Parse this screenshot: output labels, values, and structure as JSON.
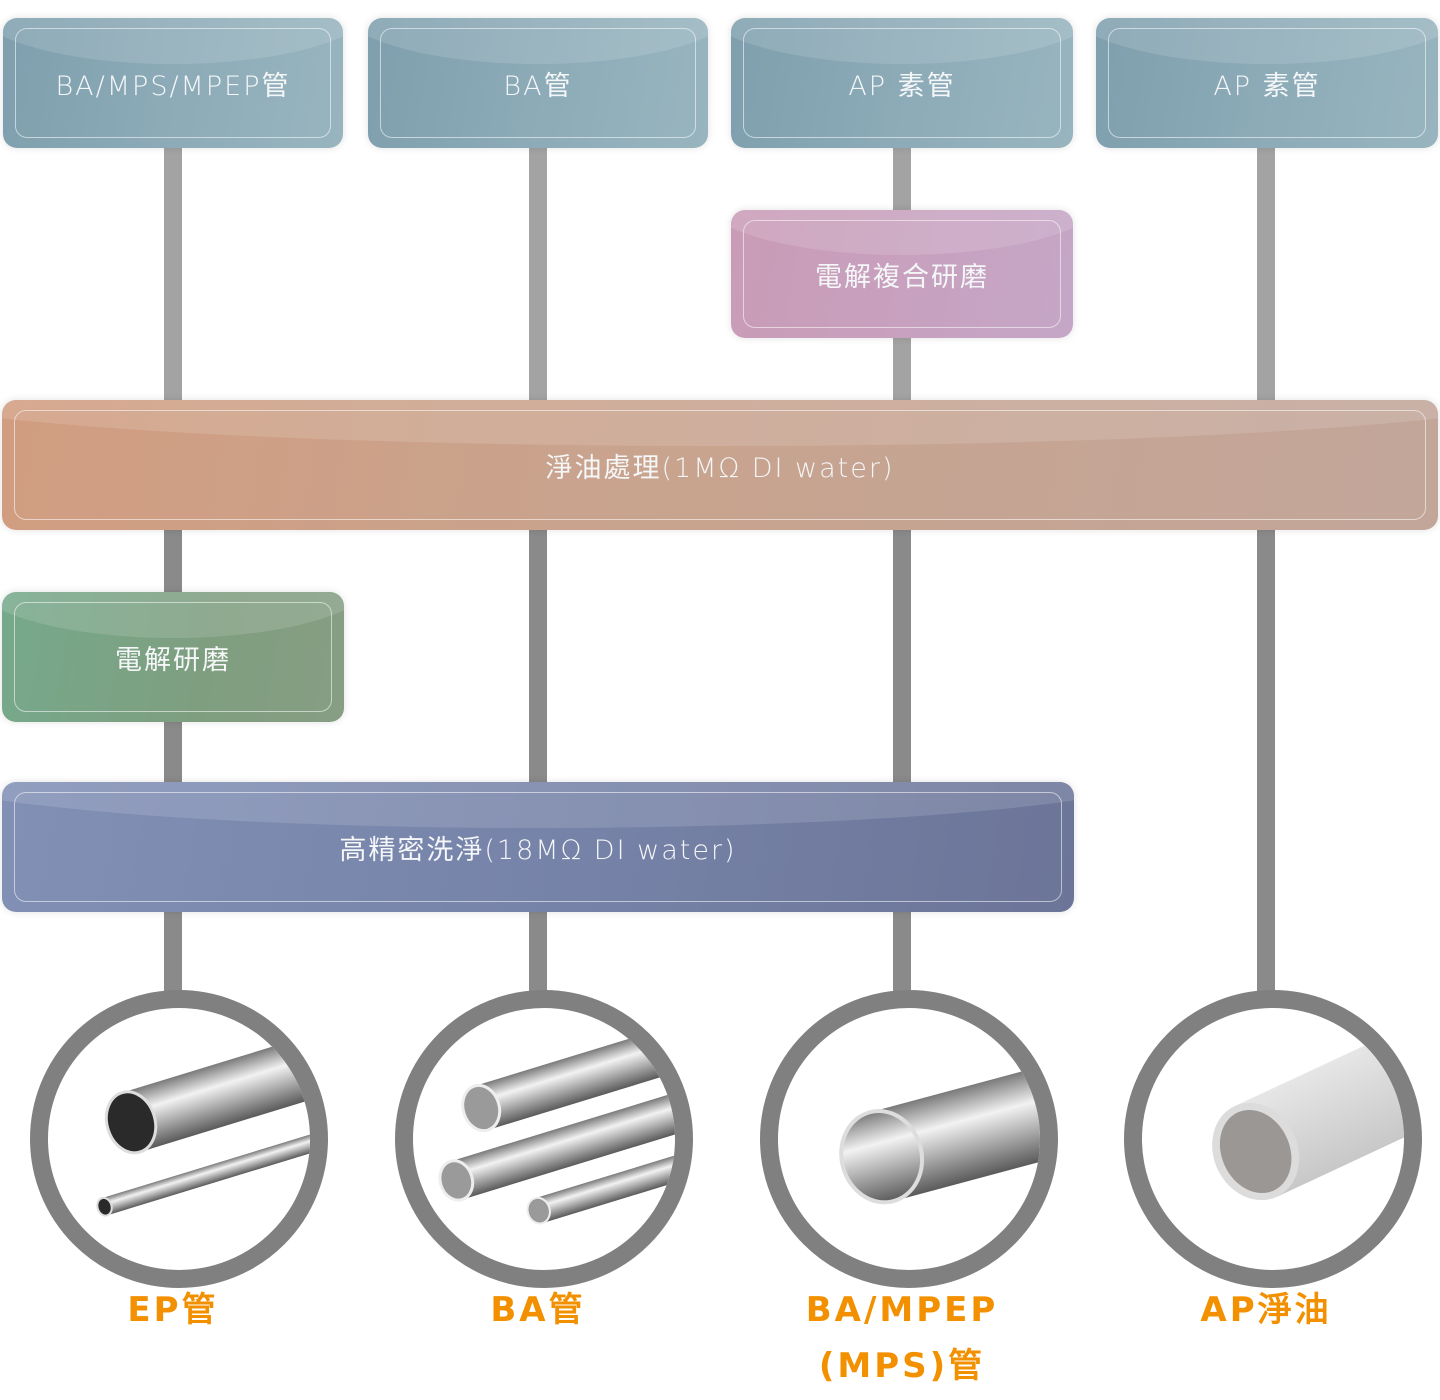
{
  "sources": [
    {
      "label": "BA/MPS/MPEP管"
    },
    {
      "label": "BA管"
    },
    {
      "label": "AP 素管"
    },
    {
      "label": "AP 素管"
    }
  ],
  "processes": {
    "composite_ep": {
      "label": "電解複合研磨",
      "color": "#c9a0bc"
    },
    "degrease": {
      "label": "淨油處理(1MΩ DI water)",
      "color": "#c9a38d"
    },
    "electropolish": {
      "label": "電解研磨",
      "color": "#7ea386"
    },
    "precision_clean": {
      "label": "高精密洗淨(18MΩ DI water)",
      "color": "#7783a8"
    }
  },
  "source_color": "#8daab6",
  "results": [
    {
      "label": "EP管",
      "image": "ep-tube-photo"
    },
    {
      "label": "BA管",
      "image": "ba-tubes-photo"
    },
    {
      "label": "BA/MPEP\n(MPS)管",
      "line1": "BA/MPEP",
      "line2": "(MPS)管",
      "image": "mpep-tube-photo"
    },
    {
      "label": "AP淨油",
      "image": "ap-tube-photo"
    }
  ],
  "result_color": "#f29000",
  "connector_color": "#8a8a8a"
}
